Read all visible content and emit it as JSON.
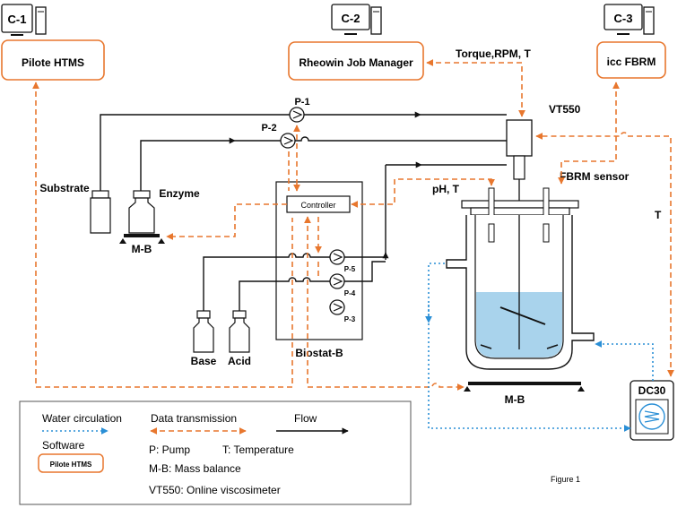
{
  "computers": [
    {
      "id": "C-1",
      "software": "Pilote HTMS"
    },
    {
      "id": "C-2",
      "software": "Rheowin Job Manager"
    },
    {
      "id": "C-3",
      "software": "icc FBRM"
    }
  ],
  "labels": {
    "torque": "Torque,RPM, T",
    "vt550": "VT550",
    "p1": "P-1",
    "p2": "P-2",
    "p3": "P-3",
    "p4": "P-4",
    "p5": "P-5",
    "controller": "Controller",
    "substrate": "Substrate",
    "enzyme": "Enzyme",
    "mb_left": "M-B",
    "mb_reactor": "M-B",
    "ph_t": "pH, T",
    "fbrm_sensor": "FBRM sensor",
    "t_right": "T",
    "biostat": "Biostat-B",
    "base": "Base",
    "acid": "Acid",
    "dc30": "DC30"
  },
  "legend": {
    "water": "Water circulation",
    "data": "Data transmission",
    "flow": "Flow",
    "software": "Software",
    "software_example": "Pilote HTMS",
    "pump": "P: Pump",
    "temperature": "T: Temperature",
    "mass_balance": "M-B: Mass balance",
    "vt550": "VT550: Online viscosimeter"
  },
  "figure_label": "Figure 1",
  "colors": {
    "data": "#e8772e",
    "water": "#2a8fd6",
    "flow": "#111111",
    "liquid": "#a9d3ec"
  }
}
